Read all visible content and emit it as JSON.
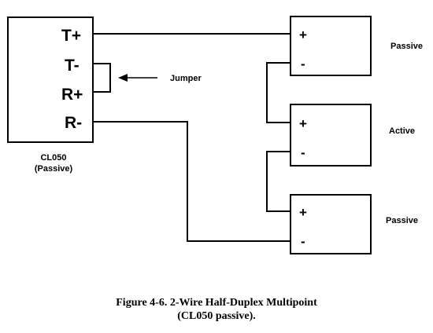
{
  "host": {
    "name": "CL050",
    "mode": "(Passive)",
    "pins": [
      "T+",
      "T-",
      "R+",
      "R-"
    ]
  },
  "jumper_label": "Jumper",
  "devices": [
    {
      "plus": "+",
      "minus": "-",
      "role": "Passive"
    },
    {
      "plus": "+",
      "minus": "-",
      "role": "Active"
    },
    {
      "plus": "+",
      "minus": "-",
      "role": "Passive"
    }
  ],
  "caption": {
    "line1": "Figure 4-6.  2-Wire Half-Duplex Multipoint",
    "line2": "(CL050 passive)."
  }
}
